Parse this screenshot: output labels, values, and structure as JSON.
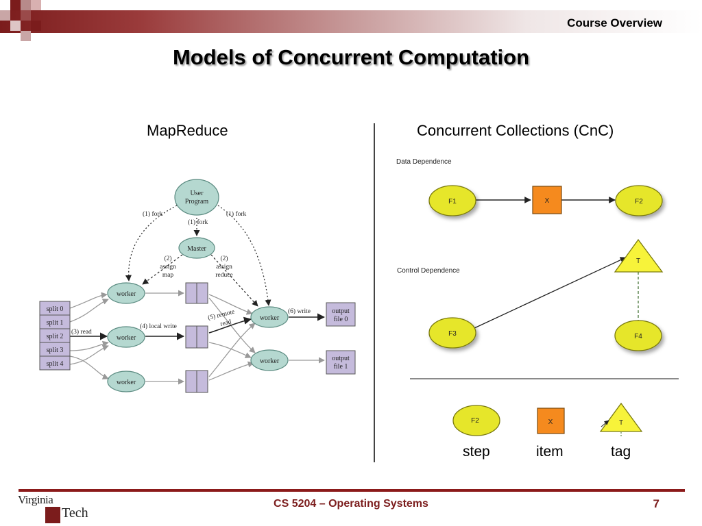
{
  "header": {
    "section_label": "Course Overview",
    "title": "Models of Concurrent Computation"
  },
  "left_panel": {
    "title": "MapReduce",
    "nodes": {
      "user_program": [
        "User",
        "Program"
      ],
      "master": "Master",
      "splits": [
        "split 0",
        "split 1",
        "split 2",
        "split 3",
        "split 4"
      ],
      "worker": "worker",
      "output_0": [
        "output",
        "file 0"
      ],
      "output_1": [
        "output",
        "file 1"
      ]
    },
    "edge_labels": {
      "fork": "(1) fork",
      "fork_mid": "(1) fork",
      "fork_right": "(1) fork",
      "assign_map": [
        "(2)",
        "assign",
        "map"
      ],
      "assign_reduce": [
        "(2)",
        "assign",
        "reduce"
      ],
      "read": "(3) read",
      "local_write": "(4) local write",
      "remote_read": [
        "(5) remote",
        "read"
      ],
      "write": "(6) write"
    }
  },
  "right_panel": {
    "title": "Concurrent Collections (CnC)",
    "data_dependence_label": "Data Dependence",
    "control_dependence_label": "Control Dependence",
    "nodes": {
      "f1": "F1",
      "x": "X",
      "f2": "F2",
      "t": "T",
      "f3": "F3",
      "f4": "F4"
    },
    "legend": {
      "step_glyph": "F2",
      "item_glyph": "X",
      "tag_glyph": "T",
      "step": "step",
      "item": "item",
      "tag": "tag"
    }
  },
  "colors": {
    "brand_maroon": "#7b1c1c",
    "mapreduce_node": "#b5d8d0",
    "split_box": "#c5bbdc",
    "step_yellow": "#e6e62a",
    "item_orange": "#f58a1e",
    "tag_yellow": "#f7f33a"
  },
  "footer": {
    "course": "CS 5204 – Operating Systems",
    "page_number": "7",
    "logo_top": "Virginia",
    "logo_bottom": "Tech"
  }
}
